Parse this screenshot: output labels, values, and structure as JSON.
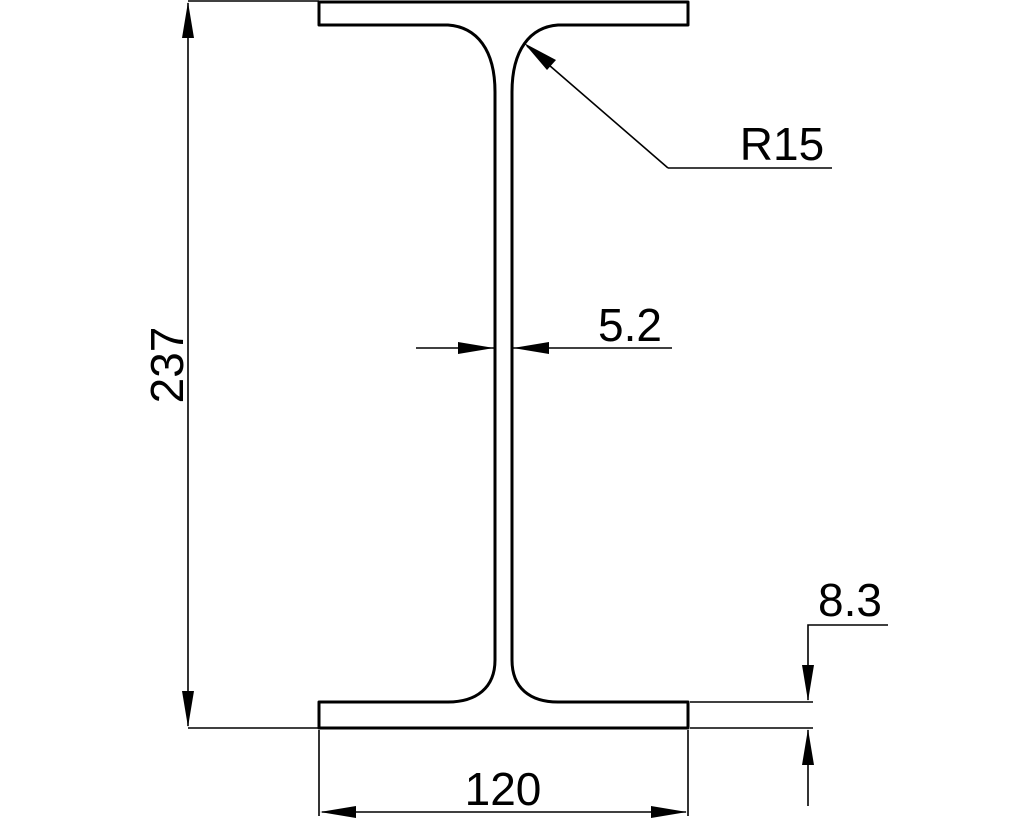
{
  "drawing": {
    "title": "I-beam cross-section",
    "units": "mm",
    "stroke_color": "#000000",
    "background": "#ffffff"
  },
  "dimensions": {
    "height": {
      "label": "237",
      "value": 237,
      "orientation": "vertical"
    },
    "flange_width": {
      "label": "120",
      "value": 120,
      "orientation": "horizontal"
    },
    "web_thickness": {
      "label": "5.2",
      "value": 5.2,
      "orientation": "horizontal"
    },
    "flange_thickness": {
      "label": "8.3",
      "value": 8.3,
      "orientation": "vertical"
    },
    "fillet_radius": {
      "label": "R15",
      "value": 15,
      "type": "radius"
    }
  }
}
